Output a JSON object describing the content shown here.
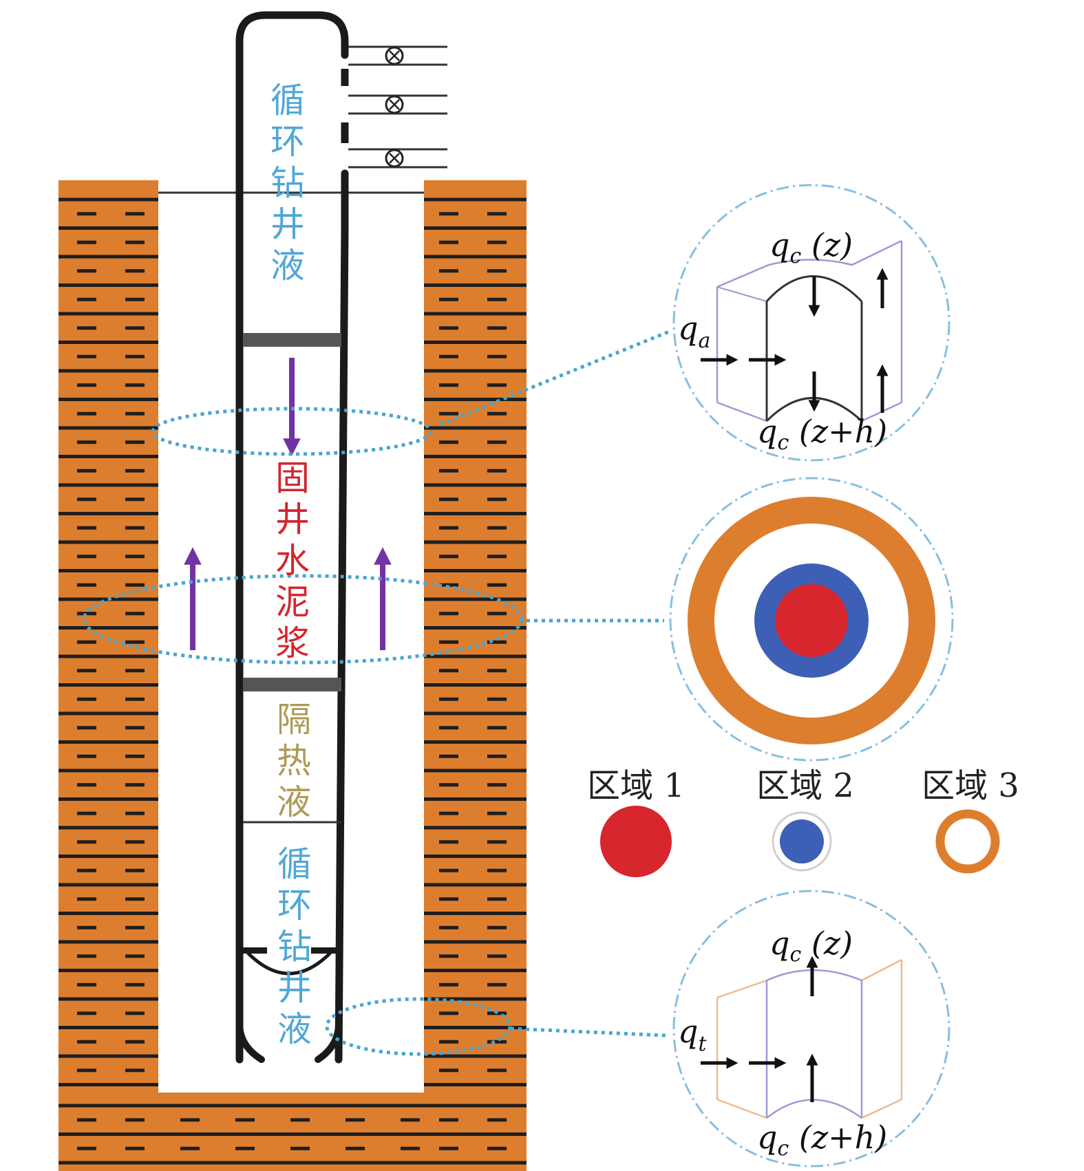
{
  "colors": {
    "rock": "#dd7e2f",
    "rock_stripe": "#1e1e1e",
    "wellbore": "#ffffff",
    "pipe": "#1a1a1a",
    "plug": "#555555",
    "arrow_purple": "#7232a3",
    "dotted_blue": "#4aa5cf",
    "drilling_fluid_text": "#51a7d6",
    "cement_text": "#d2262e",
    "spacer_text": "#ad9a57",
    "region1": "#d8262e",
    "region2": "#3d60b6",
    "region3": "#dd7e2f",
    "element_inner_edge": "#9a9ad6",
    "element_outer_edge_bottom": "#ecb990"
  },
  "fluid_labels": {
    "drilling_fluid_top": "循环钻井液",
    "cement_slurry": "固井水泥浆",
    "spacer_fluid": "隔热液",
    "drilling_fluid_bottom": "循环钻井液"
  },
  "legend": {
    "region1": "区域 1",
    "region2": "区域 2",
    "region3": "区域 3"
  },
  "top_element": {
    "flux_top": {
      "q": "q",
      "sub": "c",
      "arg": " (z)"
    },
    "flux_bottom": {
      "q": "q",
      "sub": "c",
      "arg": " (z+h)"
    },
    "flux_side": {
      "q": "q",
      "sub": "a"
    }
  },
  "bottom_element": {
    "flux_top": {
      "q": "q",
      "sub": "c",
      "arg": " (z)"
    },
    "flux_bottom": {
      "q": "q",
      "sub": "c",
      "arg": " (z+h)"
    },
    "flux_side": {
      "q": "q",
      "sub": "t"
    }
  },
  "icons": {
    "valves": "valve-icon",
    "flow_arrows": "arrow-icon"
  }
}
